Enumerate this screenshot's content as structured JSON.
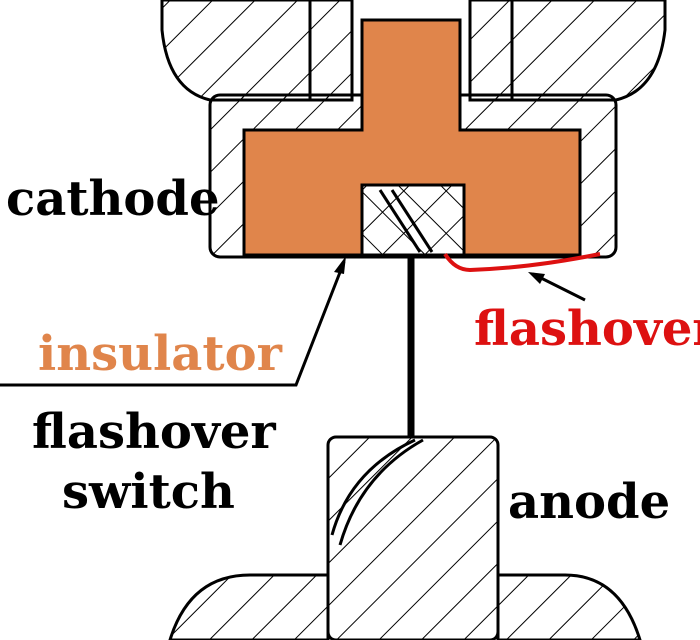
{
  "labels": {
    "cathode": "cathode",
    "insulator": "insulator",
    "flashover_switch_line1": "flashover",
    "flashover_switch_line2": "switch",
    "anode": "anode",
    "flashover": "flashover"
  },
  "colors": {
    "insulator": "#e0854b",
    "flashover": "#dd1111",
    "metal_stroke": "#000000",
    "text": "#000000"
  }
}
